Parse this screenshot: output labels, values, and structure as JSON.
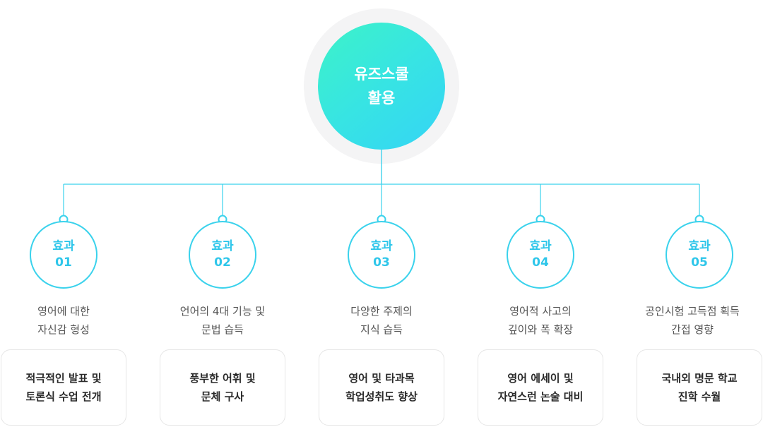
{
  "center": {
    "line1": "유즈스쿨",
    "line2": "활용"
  },
  "effects": [
    {
      "label": "효과",
      "num": "01",
      "desc1": "영어에 대한",
      "desc2": "자신감 형성",
      "box1": "적극적인 발표 및",
      "box2": "토론식 수업 전개"
    },
    {
      "label": "효과",
      "num": "02",
      "desc1": "언어의 4대 기능 및",
      "desc2": "문법 습득",
      "box1": "풍부한 어휘 및",
      "box2": "문체 구사"
    },
    {
      "label": "효과",
      "num": "03",
      "desc1": "다양한 주제의",
      "desc2": "지식 습득",
      "box1": "영어 및 타과목",
      "box2": "학업성취도 향상"
    },
    {
      "label": "효과",
      "num": "04",
      "desc1": "영어적 사고의",
      "desc2": "깊이와 폭 확장",
      "box1": "영어 에세이 및",
      "box2": "자연스런 논술 대비"
    },
    {
      "label": "효과",
      "num": "05",
      "desc1": "공인시험 고득점 획득",
      "desc2": "간접 영향",
      "box1": "국내외 명문 학교",
      "box2": "진학 수월"
    }
  ],
  "colors": {
    "accent": "#3ad2ec",
    "gradient_start": "#3df3c8",
    "gradient_end": "#35d4f6"
  }
}
